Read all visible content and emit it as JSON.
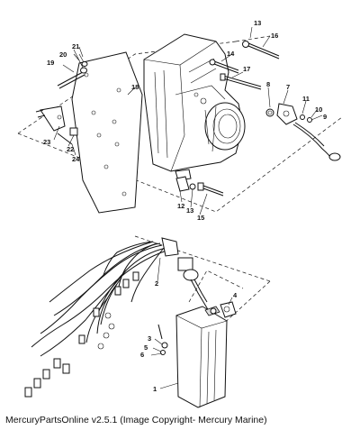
{
  "caption": "MercuryPartsOnline v2.5.1 (Image Copyright- Mercury Marine)",
  "callouts": {
    "c1": "1",
    "c2": "2",
    "c3": "3",
    "c4": "4",
    "c5": "5",
    "c6": "6",
    "c7": "7",
    "c8": "8",
    "c9": "9",
    "c10": "10",
    "c11": "11",
    "c12": "12",
    "c13a": "13",
    "c13b": "13",
    "c14": "14",
    "c15": "15",
    "c16": "16",
    "c17": "17",
    "c18": "18",
    "c19": "19",
    "c20": "20",
    "c21": "21",
    "c22": "22",
    "c23": "23",
    "c24": "24"
  }
}
